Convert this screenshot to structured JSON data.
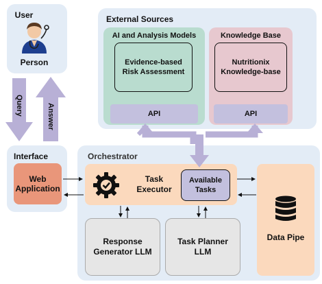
{
  "user": {
    "title": "User",
    "person_label": "Person",
    "icon": "doctor-avatar-icon"
  },
  "flows": {
    "query": "Query",
    "answer": "Answer"
  },
  "interface": {
    "title": "Interface",
    "web_app": "Web Application"
  },
  "external": {
    "title": "External Sources",
    "ai_models": {
      "title": "AI and Analysis Models",
      "inner": "Evidence-based Risk Assessment",
      "api": "API"
    },
    "knowledge_base": {
      "title": "Knowledge Base",
      "inner": "Nutritionix Knowledge-base",
      "api": "API"
    }
  },
  "orchestrator": {
    "title": "Orchestrator",
    "task_executor": "Task Executor",
    "available_tasks": "Available Tasks",
    "response_generator": "Response Generator LLM",
    "task_planner": "Task Planner LLM",
    "data_pipe": "Data Pipe",
    "executor_icon": "gear-check-icon",
    "database_icon": "database-icon"
  },
  "colors": {
    "panel": "#e3ecf6",
    "ai_green": "#b9dccf",
    "kb_pink": "#e7c8cf",
    "api_purple": "#c3c0de",
    "arrow_purple": "#b8b0d6",
    "web_app": "#e9967a",
    "orange_light": "#fbd9bd",
    "llm_gray": "#e6e6e6"
  }
}
